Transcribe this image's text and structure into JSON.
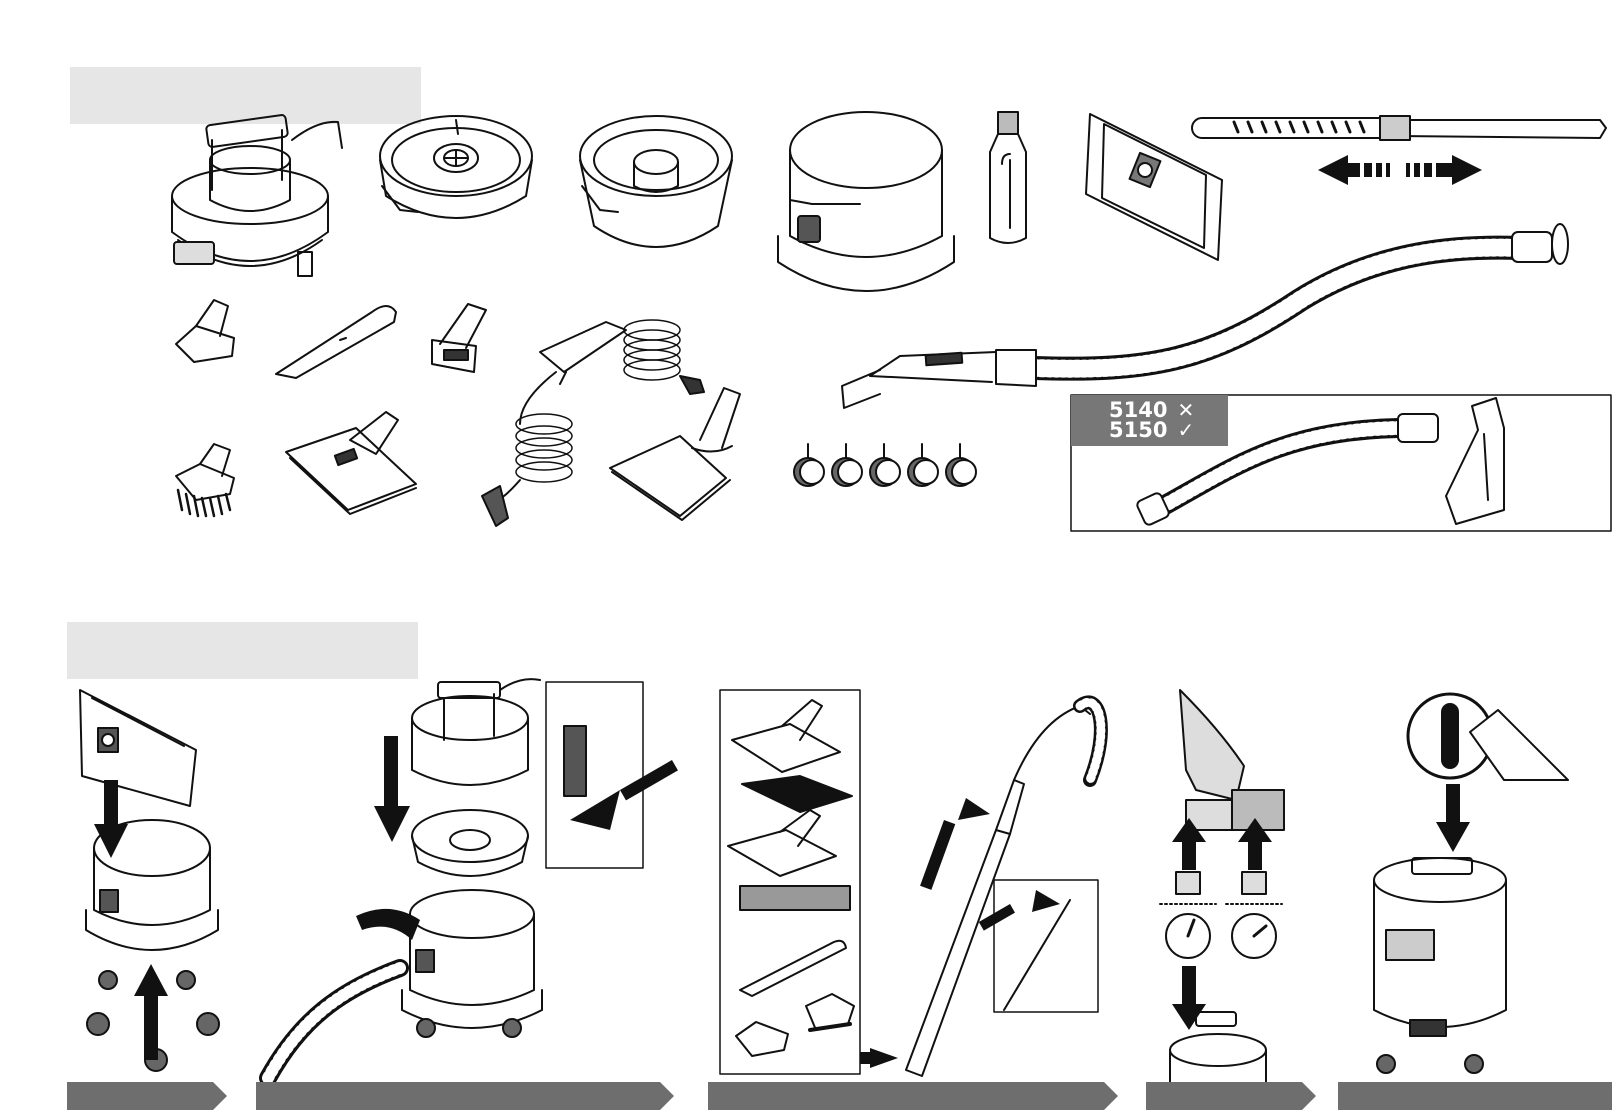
{
  "colors": {
    "panel": "#e6e6e6",
    "line": "#111111",
    "badge": "#777777",
    "bar": "#6e6e6e"
  },
  "models": [
    {
      "number": "5140",
      "mark": "✕",
      "status": "not-included"
    },
    {
      "number": "5150",
      "mark": "✓",
      "status": "included"
    }
  ],
  "icons": [
    "motor-head-icon",
    "filter-cage-icon",
    "float-cage-icon",
    "tank-icon",
    "detergent-bottle-icon",
    "paper-bag-icon",
    "telescopic-tube-icon",
    "adjust-arrow-icon",
    "hose-icon",
    "upholstery-tool-icon",
    "crevice-tool-icon",
    "shampoo-nozzle-icon",
    "brush-tool-icon",
    "floor-nozzle-icon",
    "spray-hose-icon",
    "carpet-tool-icon",
    "castor-wheel-icon",
    "upholstery-hose-icon",
    "wide-nozzle-icon",
    "step-arrow-icon",
    "hand-switch-icon",
    "dial-icon",
    "sofa-icon"
  ]
}
